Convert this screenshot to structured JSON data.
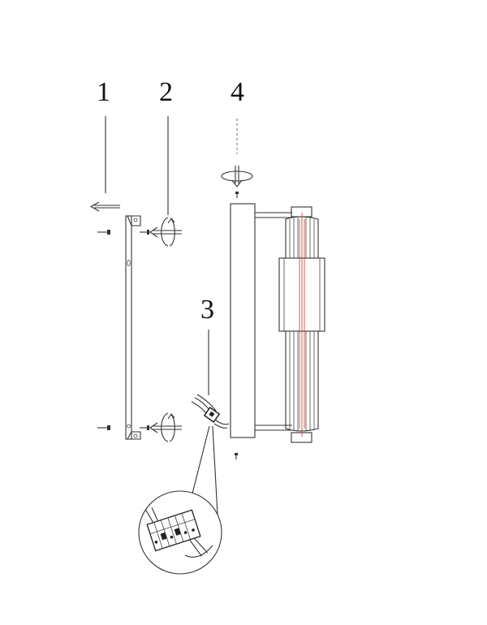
{
  "steps": [
    {
      "label": "1"
    },
    {
      "label": "2"
    },
    {
      "label": "3"
    },
    {
      "label": "4"
    }
  ],
  "colors": {
    "line": "#333333",
    "accent": "#c0392b",
    "background": "#ffffff"
  }
}
